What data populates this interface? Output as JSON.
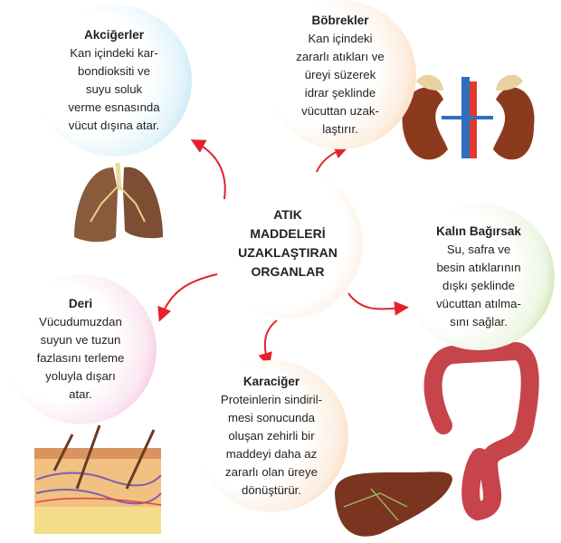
{
  "center": {
    "lines": [
      "ATIK",
      "MADDELERİ",
      "UZAKLAŞTIRAN",
      "ORGANLAR"
    ]
  },
  "lungs": {
    "title": "Akciğerler",
    "lines": [
      "Kan içindeki kar-",
      "bondioksiti ve",
      "suyu soluk",
      "verme esnasında",
      "vücut dışına atar."
    ]
  },
  "kidneys": {
    "title": "Böbrekler",
    "lines": [
      "Kan içindeki",
      "zararlı atıkları ve",
      "üreyi süzerek",
      "idrar şeklinde",
      "vücuttan uzak-",
      "laştırır."
    ]
  },
  "colon": {
    "title": "Kalın Bağırsak",
    "lines": [
      "Su, safra ve",
      "besin atıklarının",
      "dışkı şeklinde",
      "vücuttan atılma-",
      "sını sağlar."
    ]
  },
  "skin": {
    "title": "Deri",
    "lines": [
      "Vücudumuzdan",
      "suyun ve tuzun",
      "fazlasını terleme",
      "yoluyla dışarı",
      "atar."
    ]
  },
  "liver": {
    "title": "Karaciğer",
    "lines": [
      "Proteinlerin sindiril-",
      "mesi sonucunda",
      "oluşan zehirli bir",
      "maddeyi daha az",
      "zararlı olan üreye",
      "dönüştürür."
    ]
  },
  "colors": {
    "arrow": "#e3222b"
  }
}
